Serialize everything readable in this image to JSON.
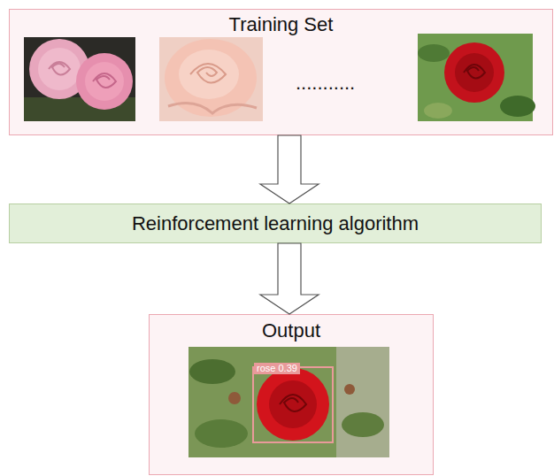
{
  "diagram": {
    "nodes": [
      {
        "text": [
          "Training Set",
          "..........."
        ]
      },
      {
        "text": [
          "Reinforcement learning algorithm"
        ]
      },
      {
        "text": [
          "Output"
        ]
      }
    ],
    "edges": [
      {
        "from": 0,
        "to": 1,
        "arrow": "to"
      },
      {
        "from": 1,
        "to": 2,
        "arrow": "to"
      }
    ],
    "labels": [
      "rose 0.39"
    ]
  }
}
